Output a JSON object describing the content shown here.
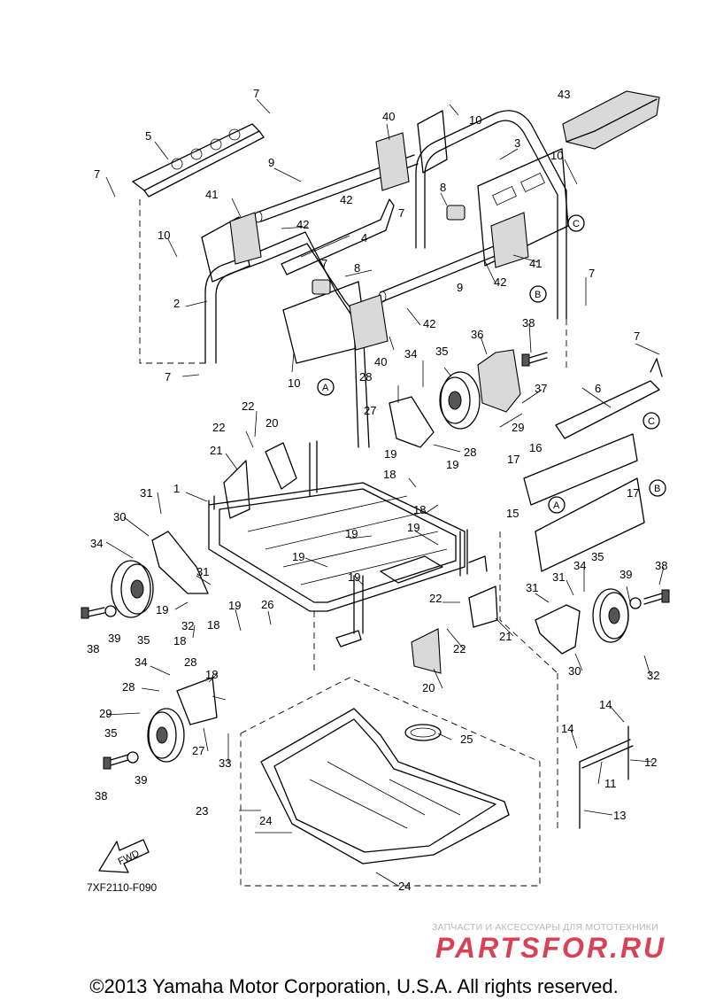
{
  "diagram": {
    "code": "7XF2110-F090",
    "fwd_label": "FWD",
    "callouts": [
      "1",
      "2",
      "3",
      "4",
      "5",
      "6",
      "7",
      "8",
      "9",
      "10",
      "11",
      "12",
      "13",
      "14",
      "15",
      "16",
      "17",
      "18",
      "19",
      "20",
      "21",
      "22",
      "23",
      "24",
      "25",
      "26",
      "27",
      "28",
      "29",
      "30",
      "31",
      "32",
      "33",
      "34",
      "35",
      "36",
      "37",
      "38",
      "39",
      "40",
      "41",
      "42",
      "43"
    ],
    "reference_letters": [
      "A",
      "B",
      "C"
    ]
  },
  "watermark": {
    "tagline": "ЗАПЧАСТИ И АКСЕССУАРЫ ДЛЯ МОТОТЕХНИКИ",
    "logo_text": "PARTSFOR.RU",
    "color": "#d3203a"
  },
  "footer": {
    "copyright": "©2013 Yamaha Motor Corporation, U.S.A. All rights reserved."
  }
}
